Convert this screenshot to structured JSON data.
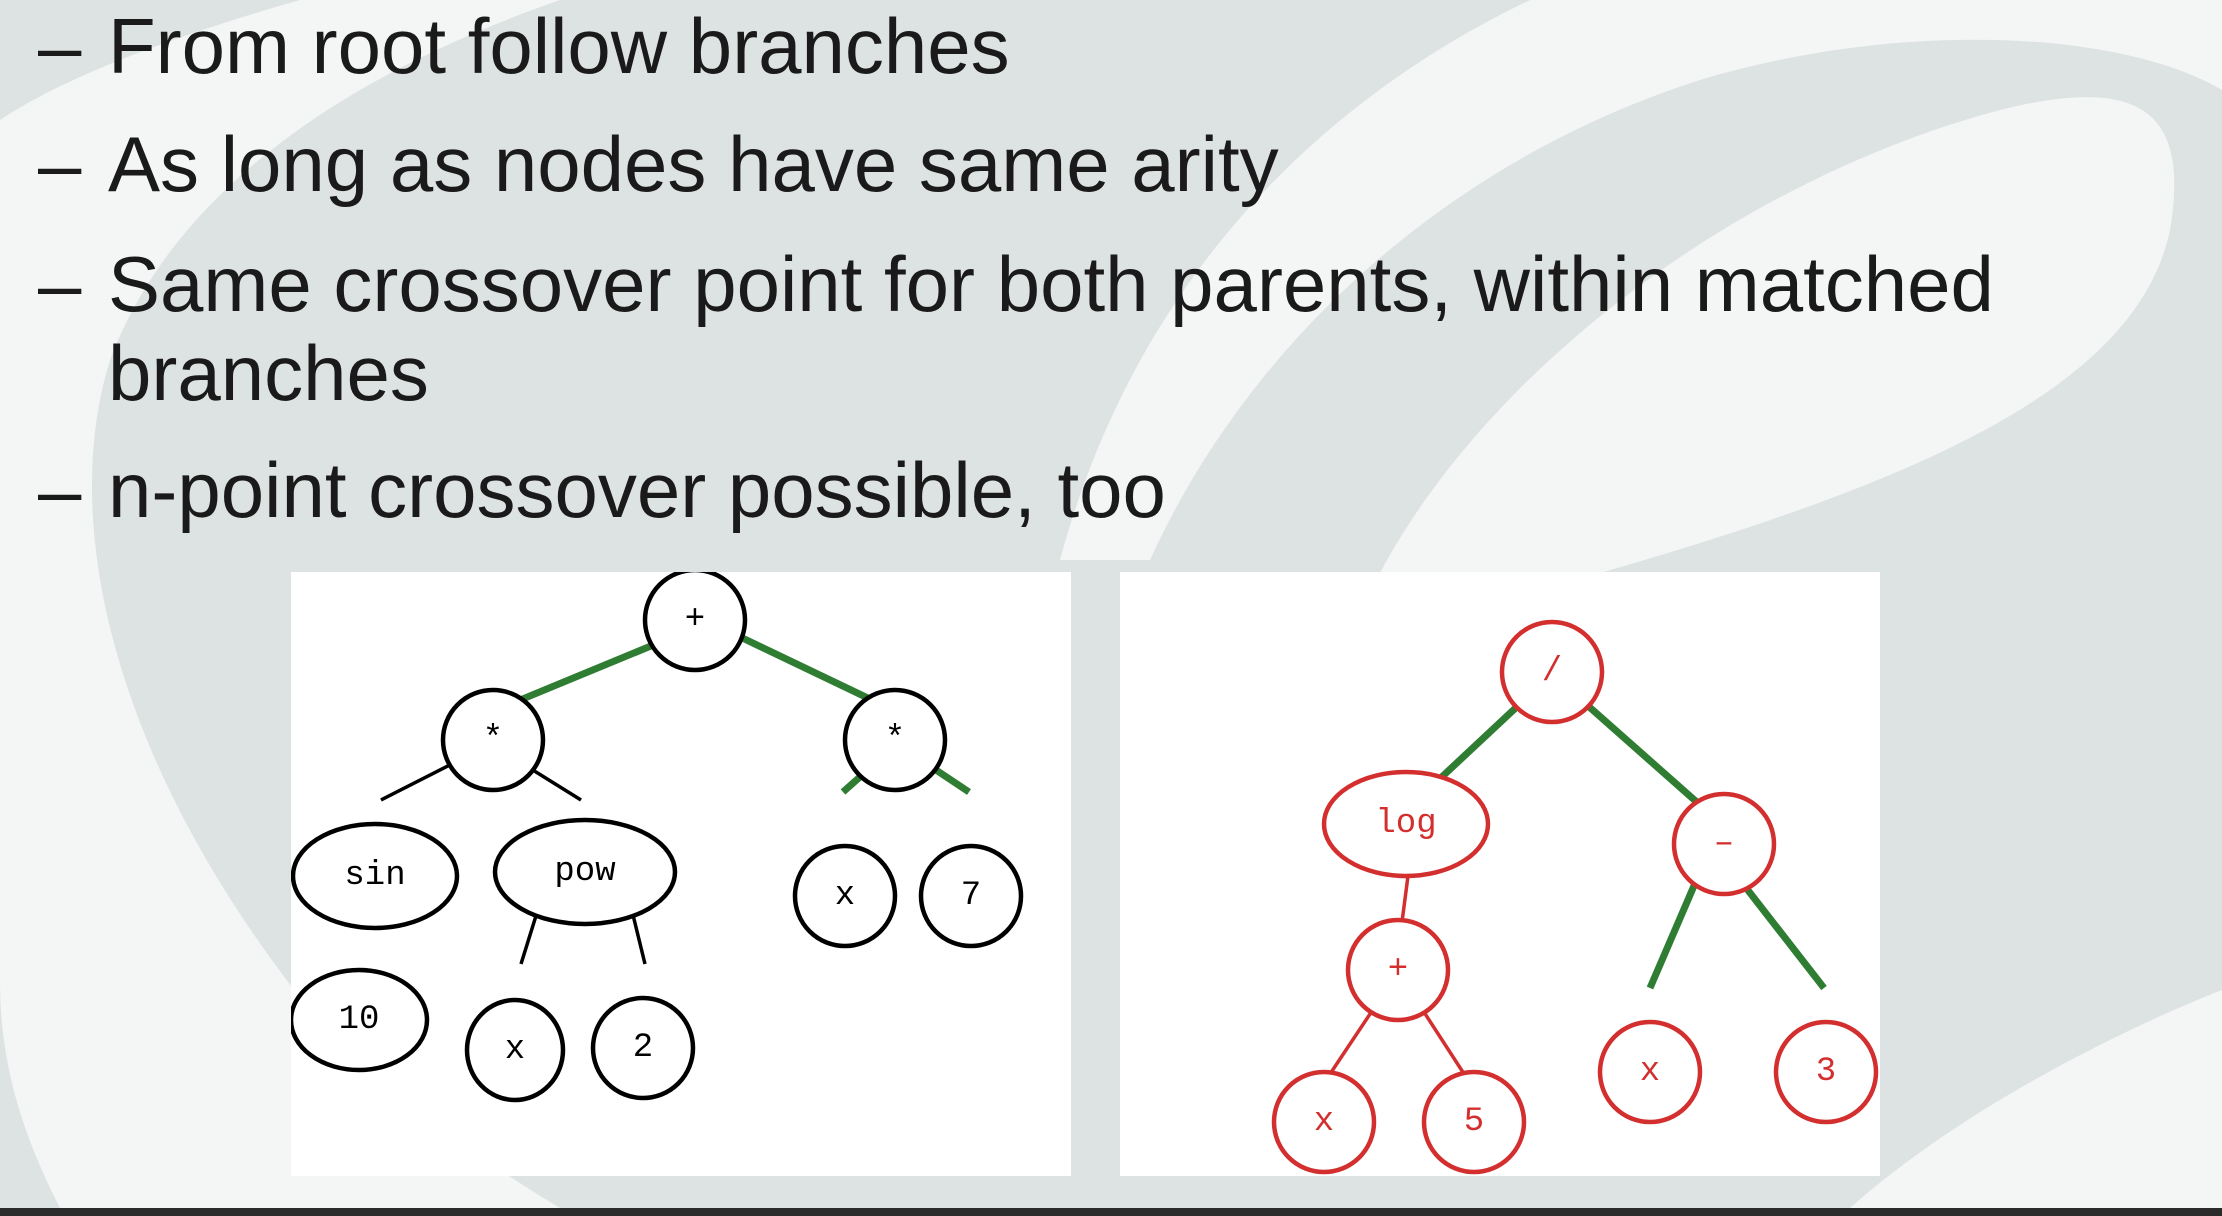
{
  "bullets": [
    {
      "dash": "–",
      "lines": [
        "From root follow branches"
      ]
    },
    {
      "dash": "–",
      "lines": [
        "As long as nodes have same arity"
      ]
    },
    {
      "dash": "–",
      "lines": [
        "Same crossover point for both parents, within matched",
        "branches"
      ]
    },
    {
      "dash": "–",
      "lines": [
        "n-point crossover possible, too"
      ]
    }
  ],
  "colors": {
    "background": "#dde3e2",
    "swoosh": "#f4f6f6",
    "text": "#1a1a1a",
    "matched_edge": "#2e7d32",
    "left_node": "#000000",
    "right_node": "#d32f2f"
  },
  "trees": {
    "left": {
      "nodes": [
        {
          "id": "plus",
          "label": "+"
        },
        {
          "id": "mul_l",
          "label": "*"
        },
        {
          "id": "mul_r",
          "label": "*"
        },
        {
          "id": "sin",
          "label": "sin"
        },
        {
          "id": "pow",
          "label": "pow"
        },
        {
          "id": "x1",
          "label": "x"
        },
        {
          "id": "seven",
          "label": "7"
        },
        {
          "id": "ten",
          "label": "10"
        },
        {
          "id": "x2",
          "label": "x"
        },
        {
          "id": "two",
          "label": "2"
        }
      ]
    },
    "right": {
      "nodes": [
        {
          "id": "div",
          "label": "/"
        },
        {
          "id": "log",
          "label": "log"
        },
        {
          "id": "minus",
          "label": "–"
        },
        {
          "id": "plus2",
          "label": "+"
        },
        {
          "id": "x3",
          "label": "x"
        },
        {
          "id": "three",
          "label": "3"
        },
        {
          "id": "x4",
          "label": "x"
        },
        {
          "id": "five",
          "label": "5"
        }
      ]
    }
  }
}
